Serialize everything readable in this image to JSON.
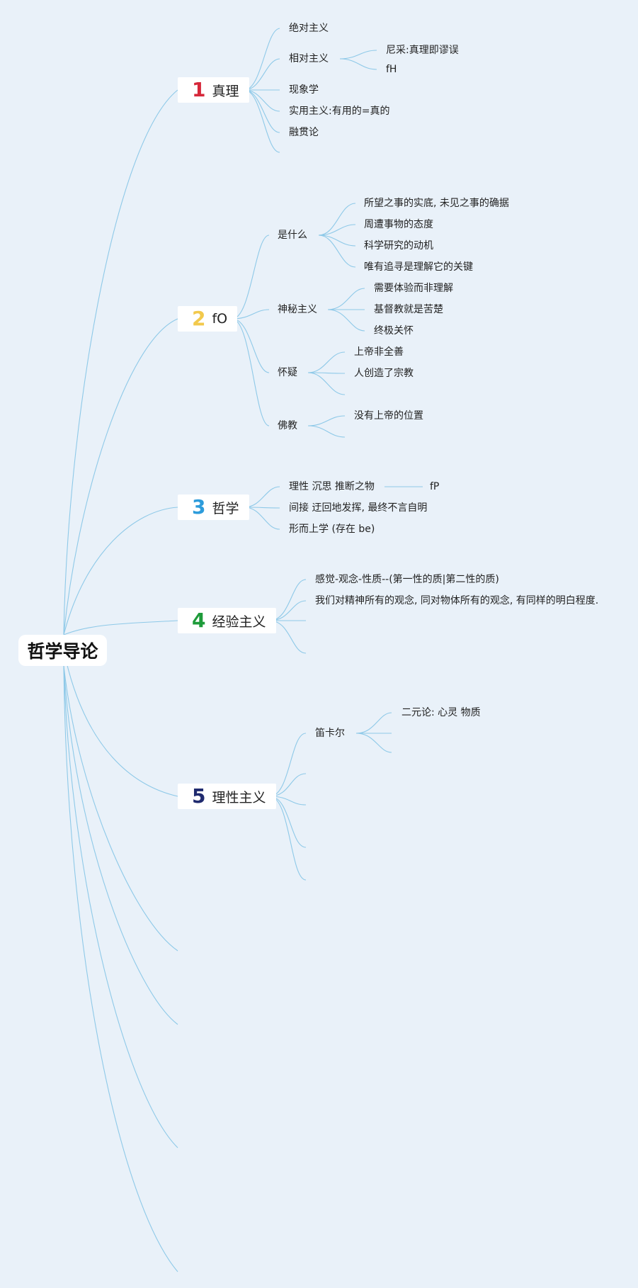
{
  "root": {
    "label": "哲学导论"
  },
  "branches": [
    {
      "num": "1",
      "num_color": "#d6283a",
      "label": "真理",
      "children": [
        "绝对主义",
        "相对主义",
        "现象学",
        "实用主义:有用的=真的",
        "融贯论"
      ],
      "grandchildren": {
        "relativism": [
          "尼采:真理即谬误",
          "fH"
        ]
      }
    },
    {
      "num": "2",
      "num_color": "#f2c94c",
      "label": "fO",
      "children": [
        "是什么",
        "神秘主义",
        "怀疑",
        "佛教"
      ],
      "grandchildren": {
        "what": [
          "所望之事的实底, 未见之事的确据",
          "周遭事物的态度",
          "科学研究的动机",
          "唯有追寻是理解它的关键"
        ],
        "mysticism": [
          "需要体验而非理解",
          "基督教就是苦楚",
          "终极关怀"
        ],
        "doubt": [
          "上帝非全善",
          "人创造了宗教"
        ],
        "buddhism": [
          "没有上帝的位置"
        ]
      }
    },
    {
      "num": "3",
      "num_color": "#2d9cdb",
      "label": "哲学",
      "children": [
        "理性 沉思 推断之物",
        "间接 迂回地发挥, 最终不言自明",
        "形而上学 (存在 be)"
      ],
      "grandchildren": {
        "reason": [
          "fP"
        ]
      }
    },
    {
      "num": "4",
      "num_color": "#1e9b3a",
      "label": "经验主义",
      "children": [
        "感觉-观念-性质--(第一性的质|第二性的质)",
        "我们对精神所有的观念, 同对物体所有的观念, 有同样的明白程度."
      ]
    },
    {
      "num": "5",
      "num_color": "#1f2a6e",
      "label": "理性主义",
      "children": [
        "笛卡尔"
      ],
      "grandchildren": {
        "descartes": [
          "二元论: 心灵 物质"
        ]
      }
    }
  ],
  "colors": {
    "background": "#e9f1f9",
    "edge": "#8ec9e8",
    "node_fill": "#ffffff"
  }
}
